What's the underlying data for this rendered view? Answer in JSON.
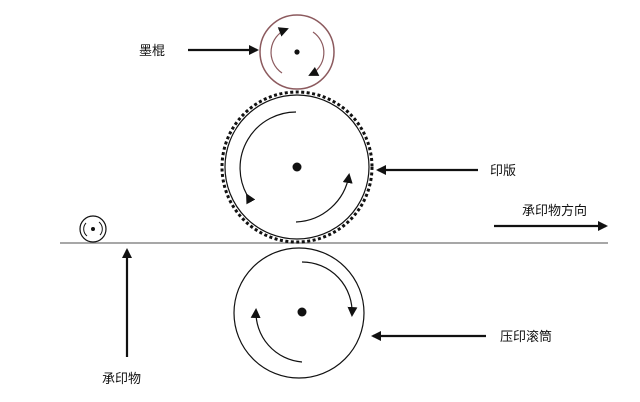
{
  "labels": {
    "ink_roller": "墨棍",
    "printing_plate": "印版",
    "substrate_direction": "承印物方向",
    "impression_cylinder": "压印滚筒",
    "substrate": "承印物"
  },
  "colors": {
    "ink_roller_stroke": "#8c5a5e",
    "line": "#111111",
    "web_line": "#8a8a8a",
    "background": "#ffffff"
  }
}
